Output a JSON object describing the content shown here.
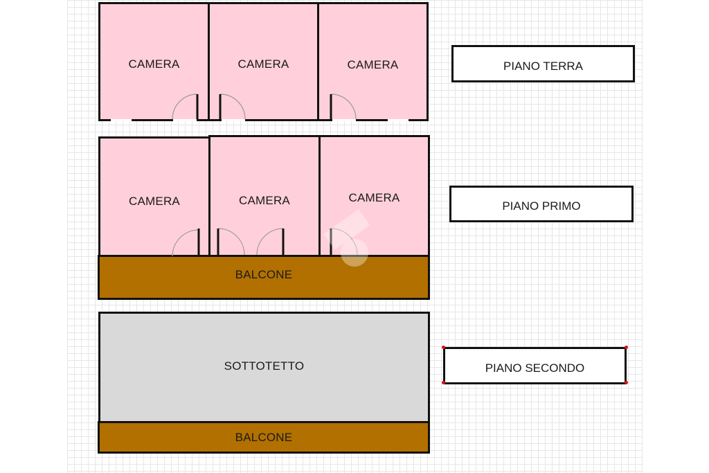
{
  "floors": {
    "ground": {
      "label": "PIANO TERRA",
      "rooms": [
        "CAMERA",
        "CAMERA",
        "CAMERA"
      ]
    },
    "first": {
      "label": "PIANO PRIMO",
      "rooms": [
        "CAMERA",
        "CAMERA",
        "CAMERA"
      ],
      "balcony": "BALCONE"
    },
    "second": {
      "label": "PIANO SECONDO",
      "attic": "SOTTOTETTO",
      "balcony": "BALCONE"
    }
  },
  "colors": {
    "room_fill": "#ffd0db",
    "balcony_fill": "#b27000",
    "attic_fill": "#d9d9d9",
    "wall": "#111111",
    "grid": "#e6e6e6"
  }
}
